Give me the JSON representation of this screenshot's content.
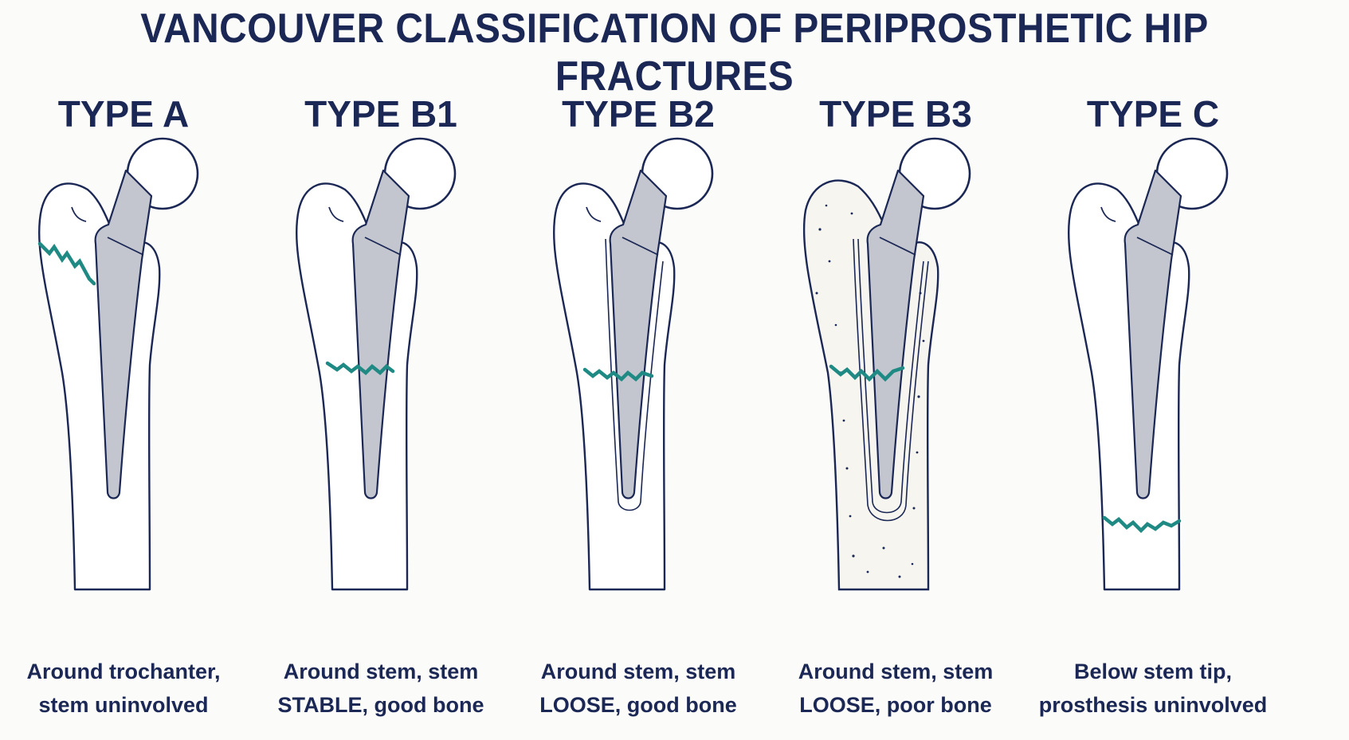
{
  "title": "VANCOUVER CLASSIFICATION OF PERIPROSTHETIC HIP FRACTURES",
  "colors": {
    "text": "#1b2754",
    "fracture": "#1f8a84",
    "stem": "#c3c6cf",
    "bone": "#ffffff"
  },
  "types": [
    {
      "id": "a",
      "label": "TYPE A",
      "caption_line1": "Around trochanter,",
      "caption_line2": "stem uninvolved"
    },
    {
      "id": "b1",
      "label": "TYPE B1",
      "caption_line1": "Around stem, stem",
      "caption_line2": "STABLE, good bone"
    },
    {
      "id": "b2",
      "label": "TYPE B2",
      "caption_line1": "Around stem, stem",
      "caption_line2": "LOOSE, good bone"
    },
    {
      "id": "b3",
      "label": "TYPE B3",
      "caption_line1": "Around stem, stem",
      "caption_line2": "LOOSE, poor bone"
    },
    {
      "id": "c",
      "label": "TYPE C",
      "caption_line1": "Below stem tip,",
      "caption_line2": "prosthesis uninvolved"
    }
  ]
}
